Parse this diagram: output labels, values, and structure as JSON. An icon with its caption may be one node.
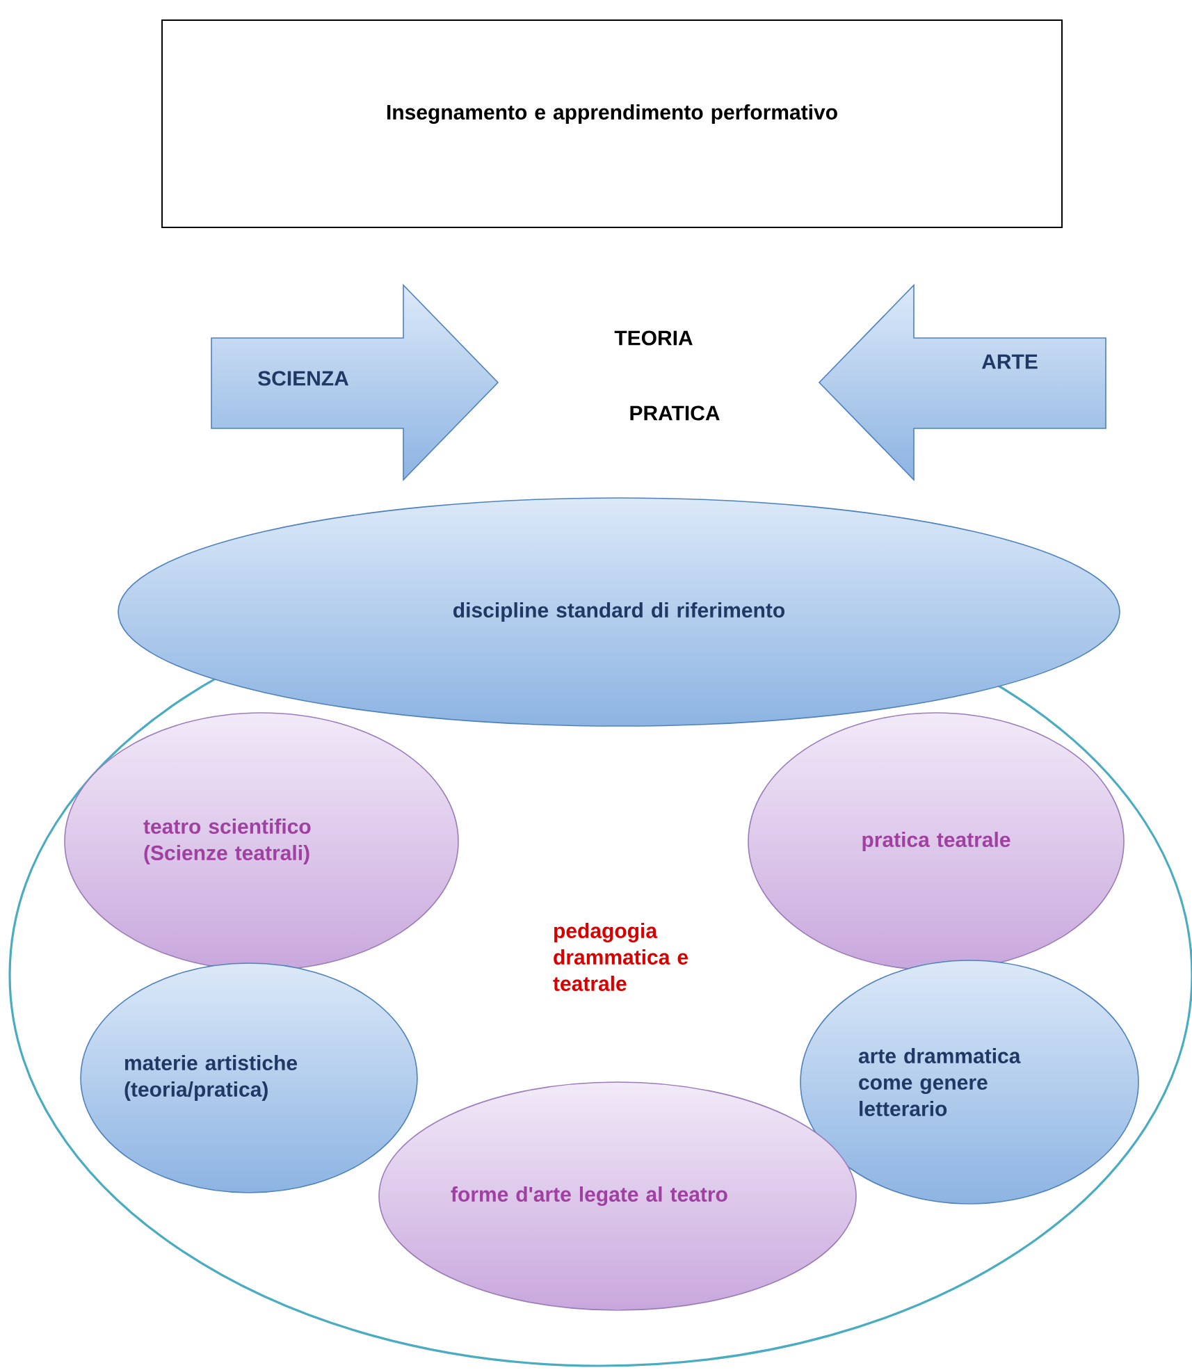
{
  "diagram": {
    "nodes": [
      {
        "text": [
          "Insegnamento e apprendimento performativo"
        ]
      },
      {
        "text": [
          "SCIENZA"
        ]
      },
      {
        "text": [
          "ARTE"
        ]
      },
      {
        "text": [
          "pedagogia drammatica e teatrale"
        ]
      },
      {
        "text": [
          "discipline standard di riferimento"
        ]
      },
      {
        "text": [
          "teatro scientifico (Scienze teatrali)"
        ],
        "in": 3
      },
      {
        "text": [
          "pratica teatrale"
        ],
        "in": 3
      },
      {
        "text": [
          "materie artistiche (teoria/pratica)"
        ],
        "in": 3
      },
      {
        "text": [
          "arte drammatica come genere letterario"
        ],
        "in": 3
      },
      {
        "text": [
          "forme d'arte legate al teatro"
        ],
        "in": 3
      }
    ],
    "labels": [
      "TEORIA",
      "PRATICA"
    ]
  }
}
